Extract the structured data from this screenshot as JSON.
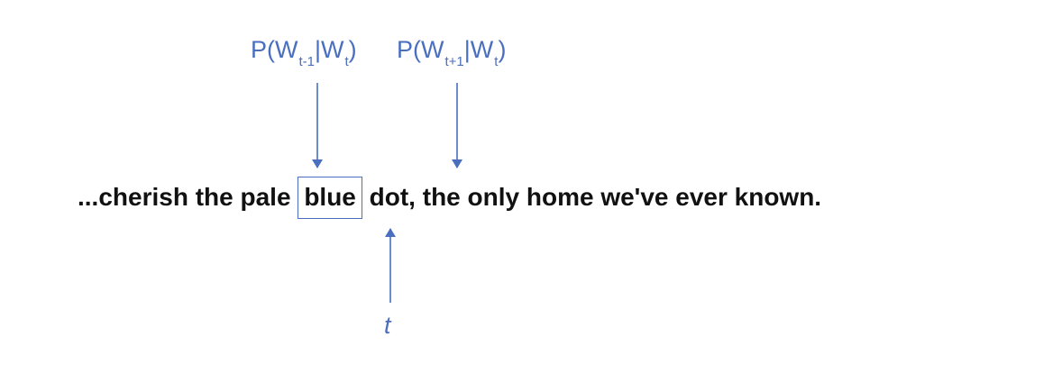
{
  "labels": {
    "prev": {
      "prefix": "P(W",
      "sub1": "t-1",
      "mid": "|W",
      "sub2": "t",
      "suffix": ")"
    },
    "next": {
      "prefix": "P(W",
      "sub1": "t+1",
      "mid": "|W",
      "sub2": "t",
      "suffix": ")"
    }
  },
  "sentence": {
    "before": "...cherish the pale ",
    "target": "blue",
    "after": " dot, the only home we've ever known."
  },
  "target_marker": "t",
  "colors": {
    "accent": "#4a6fbf",
    "text": "#111111"
  }
}
